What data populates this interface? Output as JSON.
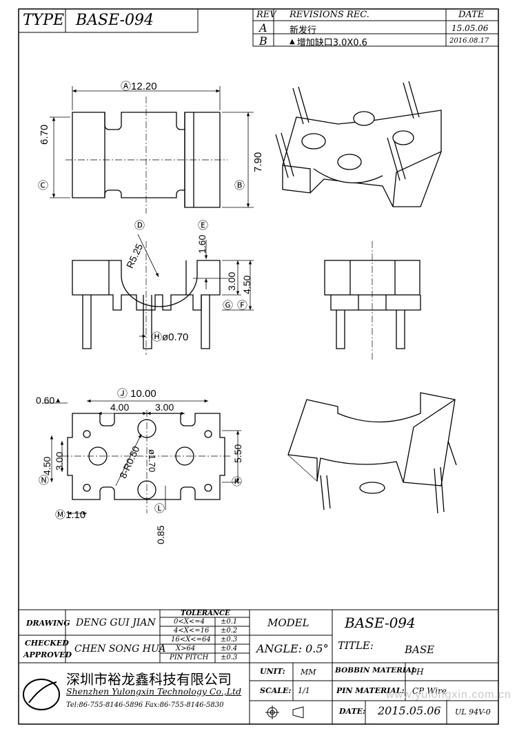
{
  "header": {
    "type_label": "TYPE",
    "part_no": "BASE-094",
    "rev_header": "REV",
    "revisions_header": "REVISIONS REC.",
    "date_header": "DATE",
    "revisions": [
      {
        "rev": "A",
        "desc": "新发行",
        "date": "15.05.06"
      },
      {
        "rev": "B",
        "desc": "增加缺口3.0X0.6",
        "date": "2016.08.17"
      }
    ]
  },
  "dimensions": {
    "A": "12.20",
    "B": "7.90",
    "C": "6.70",
    "D": "R5.25",
    "E": "1.60",
    "F": "4.50",
    "G": "3.00",
    "H": "ø0.70",
    "J": "10.00",
    "K": "5.50",
    "L": "0.85",
    "M": "1.10",
    "N": "4.50",
    "pitch_4": "4.00",
    "pitch_3": "3.00",
    "notch_w": "0.60",
    "notch_h": "3.00",
    "hole_r": "8-R0.50",
    "hole_d": "ø1.70"
  },
  "title_block": {
    "drawing_label": "DRAWING",
    "drawing_name": "DENG GUI JIAN",
    "checked_label": "CHECKED",
    "approved_label": "APPROVED",
    "checked_name": "CHEN SONG HUA",
    "tolerance_label": "TOLERANCE",
    "tolerances": [
      {
        "range": "0<X<=4",
        "value": "±0.1"
      },
      {
        "range": "4<X<=16",
        "value": "±0.2"
      },
      {
        "range": "16<X<=64",
        "value": "±0.3"
      },
      {
        "range": "X>64",
        "value": "±0.4"
      },
      {
        "range": "PIN PITCH",
        "value": "±0.3"
      }
    ],
    "model_label": "MODEL",
    "model_value": "BASE-094",
    "angle_text": "ANGLE: 0.5°",
    "title_label": "TITLE:",
    "title_value": "BASE",
    "unit_label": "UNIT:",
    "unit_value": "MM",
    "scale_label": "SCALE:",
    "scale_value": "1/1",
    "bobbin_label": "BOBBIN MATERIAL",
    "bobbin_value": "PH",
    "pin_label": "PIN MATERIAL:",
    "pin_value": "CP Wire",
    "date_label": "DATE:",
    "date_value": "2015.05.06",
    "ul_value": "UL 94V-0",
    "company_cn": "深圳市裕龙鑫科技有限公司",
    "company_en": "Shenzhen Yulongxin Technology Co.,Ltd",
    "contact": "Tel:86-755-8146-5896  Fax:86-755-8146-5830",
    "watermark": "www.yulongxin.com.cn"
  }
}
